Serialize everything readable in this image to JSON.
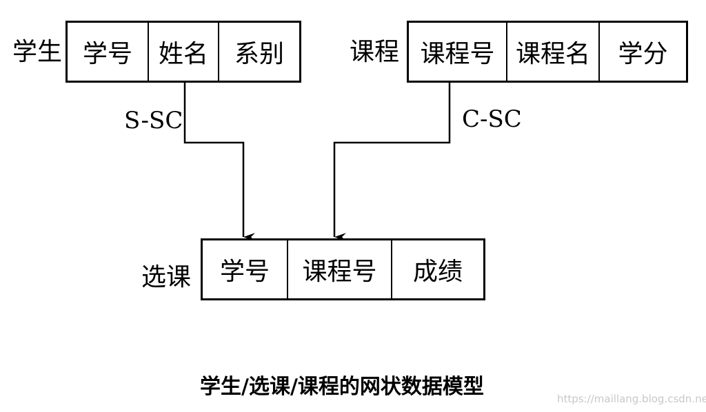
{
  "student": {
    "name": "学生",
    "fields": [
      "学号",
      "姓名",
      "系别"
    ]
  },
  "course": {
    "name": "课程",
    "fields": [
      "课程号",
      "课程名",
      "学分"
    ]
  },
  "enrollment": {
    "name": "选课",
    "fields": [
      "学号",
      "课程号",
      "成绩"
    ]
  },
  "relationships": {
    "s_sc": "S-SC",
    "c_sc": "C-SC"
  },
  "caption": "学生/选课/课程的网状数据模型",
  "watermark": "https://maillang.blog.csdn.net"
}
